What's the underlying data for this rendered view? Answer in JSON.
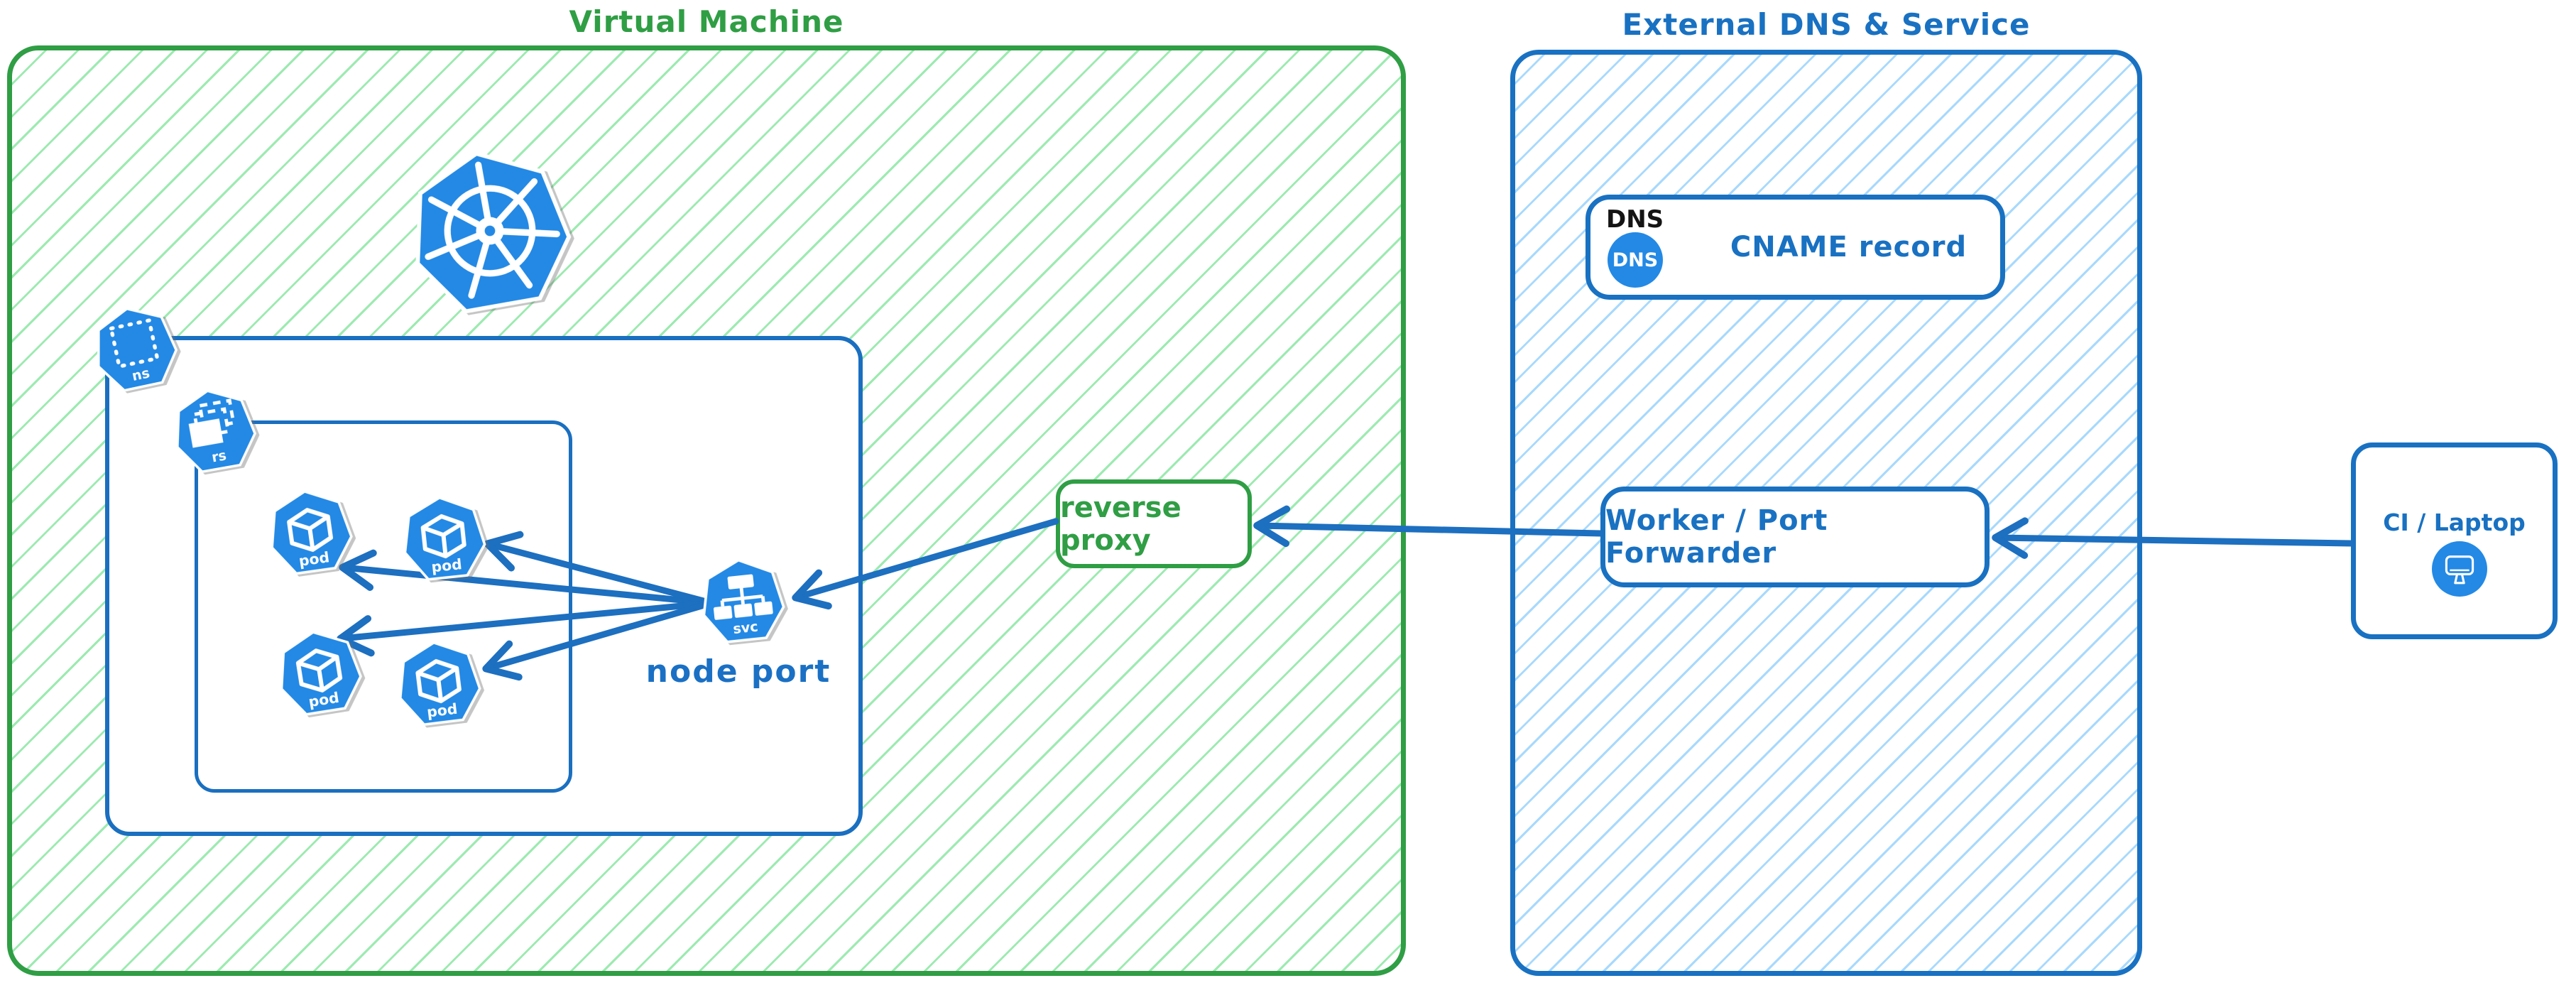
{
  "colors": {
    "green_border": "#2f9e44",
    "green_hatch": "#9ceab0",
    "blue_border": "#1971c2",
    "blue_hatch": "#a8d9fd",
    "icon_blue": "#2389e5",
    "arrow_blue": "#1d6fc0",
    "dns_tag_black": "#141414"
  },
  "vm": {
    "title": "Virtual Machine",
    "namespace_icon": "ns",
    "replicaset_icon": "rs",
    "pods": [
      {
        "label": "pod"
      },
      {
        "label": "pod"
      },
      {
        "label": "pod"
      },
      {
        "label": "pod"
      }
    ],
    "service_icon": "svc",
    "node_port_caption": "node port",
    "reverse_proxy": "reverse proxy"
  },
  "external": {
    "title": "External DNS & Service",
    "dns_tag": "DNS",
    "dns_icon_text": "DNS",
    "cname_label": "CNAME record",
    "worker_label": "Worker / Port Forwarder"
  },
  "client": {
    "label": "CI / Laptop"
  }
}
